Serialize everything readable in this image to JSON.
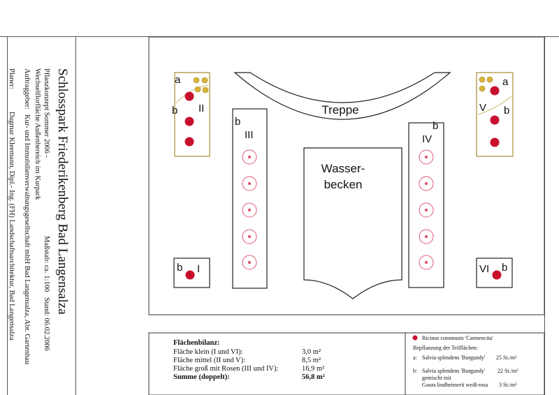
{
  "title_block": {
    "title": "Schlosspark Friederikenberg Bad Langensalza",
    "concept_line1": "Pflanzkonzept Sommer 2006 -",
    "concept_line2": "Wechselflorfläche Außenbereich im Kurpark",
    "scale": "Maßstab: ca. 1:100",
    "date": "Stand: 06.02.2006",
    "client_label": "Auftraggeber:",
    "client_line1": "Kur- und Immobilienverwaltungsgesellschaft mbH Bad Langensalza, Abt. Gartenbau",
    "planner_label": "Planer:",
    "planner_line1": "Dagmar Kleemann, Dipl.- Ing. (FH) Landschaftsarchitektur, Bad Langensalza"
  },
  "plan": {
    "stair_label": "Treppe",
    "basin_line1": "Wasser-",
    "basin_line2": "becken",
    "beds": [
      {
        "id": "II",
        "roman": "II",
        "zone_a": "a",
        "zone_b": "b"
      },
      {
        "id": "V",
        "roman": "V",
        "zone_a": "a",
        "zone_b": "b"
      },
      {
        "id": "III",
        "roman": "III",
        "zone_b": "b"
      },
      {
        "id": "IV",
        "roman": "IV",
        "zone_b": "b"
      },
      {
        "id": "I",
        "roman": "I",
        "zone_b": "b"
      },
      {
        "id": "VI",
        "roman": "VI",
        "zone_b": "b"
      }
    ]
  },
  "balance": {
    "heading": "Flächenbilanz:",
    "rows": [
      {
        "label": "Fläche klein (I und VI):",
        "value": "3,0 m²"
      },
      {
        "label": "Fläche mittel (II und V):",
        "value": "8,5 m²"
      },
      {
        "label": "Fläche groß mit Rosen (III und IV):",
        "value": "16,9 m²"
      }
    ],
    "sum_label": "Summe (doppelt):",
    "sum_value": "56,8 m²"
  },
  "legend": {
    "ricinus": "Ricinus communis 'Carmencita'",
    "heading": "Bepflanzung der Teilflächen:",
    "a_key": "a:",
    "a_text": "Salvia splendens 'Burgundy'",
    "a_density": "25 St./m²",
    "b_key": "b:",
    "b_text": "Salvia splendens 'Burgundy'",
    "b_density": "22 St./m²",
    "b_mixed": "gemischt mit",
    "b_text2": "Gaura lindheimerii weiß-rosa",
    "b_density2": "3 St./m²"
  },
  "colors": {
    "ricinus_red": "#c8102e",
    "rose_pink": "#e05a75",
    "salvia_yellow": "#d9b43a",
    "bed_border": "#b8a25a"
  }
}
